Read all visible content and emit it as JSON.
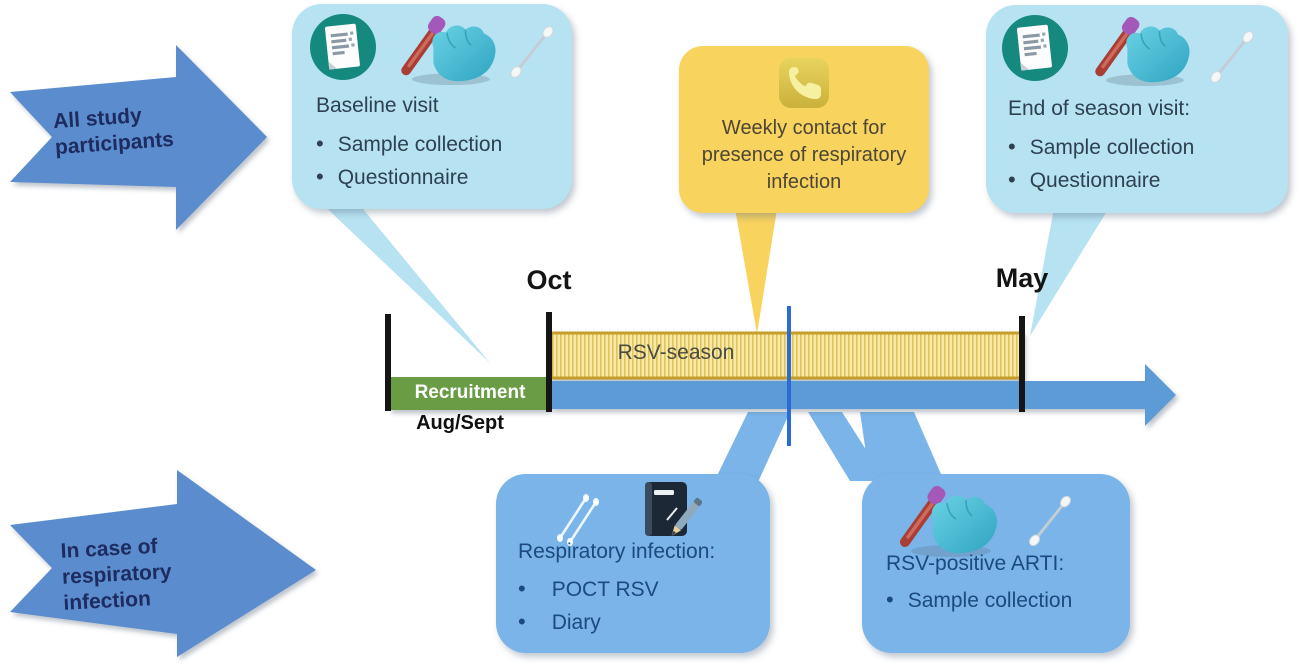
{
  "left_arrows": {
    "all_study": "All study\nparticipants",
    "in_case": "In case of\nrespiratory\ninfection"
  },
  "timeline": {
    "oct": "Oct",
    "may": "May",
    "aug_sept": "Aug/Sept",
    "recruitment": "Recruitment",
    "rsv_season": "RSV-season"
  },
  "bubbles": {
    "baseline": {
      "title": "Baseline visit",
      "bullets": [
        "Sample collection",
        "Questionnaire"
      ]
    },
    "weekly": {
      "text": "Weekly contact for\npresence of respiratory\ninfection"
    },
    "end_season": {
      "title": "End of season visit:",
      "bullets": [
        "Sample collection",
        "Questionnaire"
      ]
    },
    "respiratory": {
      "title": "Respiratory infection:",
      "bullets": [
        "POCT RSV",
        "Diary"
      ]
    },
    "rsv_positive": {
      "title": "RSV-positive ARTI:",
      "bullets": [
        "Sample collection"
      ]
    }
  },
  "icons": {
    "questionnaire": "checklist-document-in-teal-circle",
    "sample_collection": "gloved-hand-holding-blood-tube",
    "swab": "cotton-swab",
    "phone": "telephone-handset",
    "swab_pair": "two-cotton-swabs",
    "diary": "notebook-with-pencil"
  },
  "colors": {
    "arrow_blue": "#5a8cce",
    "callout_light_blue": "#b6e2f2",
    "callout_yellow": "#f8d35e",
    "callout_blue": "#7ab4e9",
    "timeline_blue": "#5b9bd5",
    "recruitment_green": "#6b9b45",
    "season_fill": "#f7eaa9",
    "season_stripe": "#e2c35a",
    "season_border": "#c79e2b",
    "tick_black": "#151515",
    "event_marker_blue": "#2b6bd4",
    "teal_circle": "#15897d"
  }
}
